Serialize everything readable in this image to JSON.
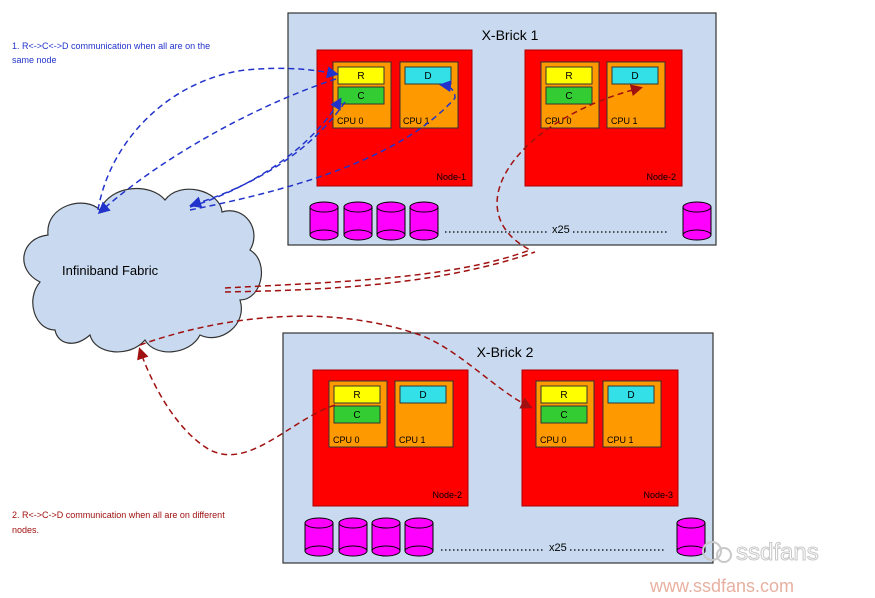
{
  "notes": {
    "same_node": "1. R<->C<->D communication when all are on the same node",
    "different_nodes": "2. R<->C->D communication when all are on different nodes."
  },
  "fabric": {
    "label": "Infiniband Fabric"
  },
  "bricks": [
    {
      "title": "X-Brick 1",
      "nodes": [
        {
          "label": "Node-1",
          "cpus": [
            {
              "label": "CPU 0",
              "modules": [
                "R",
                "C"
              ]
            },
            {
              "label": "CPU 1",
              "modules": [
                "D"
              ]
            }
          ]
        },
        {
          "label": "Node-2",
          "cpus": [
            {
              "label": "CPU 0",
              "modules": [
                "R",
                "C"
              ]
            },
            {
              "label": "CPU 1",
              "modules": [
                "D"
              ]
            }
          ]
        }
      ],
      "disk_count_label": "x25"
    },
    {
      "title": "X-Brick 2",
      "nodes": [
        {
          "label": "Node-2",
          "cpus": [
            {
              "label": "CPU 0",
              "modules": [
                "R",
                "C"
              ]
            },
            {
              "label": "CPU 1",
              "modules": [
                "D"
              ]
            }
          ]
        },
        {
          "label": "Node-3",
          "cpus": [
            {
              "label": "CPU 0",
              "modules": [
                "R",
                "C"
              ]
            },
            {
              "label": "CPU 1",
              "modules": [
                "D"
              ]
            }
          ]
        }
      ],
      "disk_count_label": "x25"
    }
  ],
  "watermark": {
    "logo": "ssdfans",
    "url": "www.ssdfans.com"
  },
  "colors": {
    "brick_fill": "#c9daf0",
    "node_fill": "#ff0000",
    "cpu_fill": "#ff9900",
    "r_fill": "#ffff00",
    "c_fill": "#33cc33",
    "d_fill": "#33e0e8",
    "disk_fill": "#ff00ff",
    "blue_path": "#2233cc",
    "red_path": "#a01010",
    "blue_text": "#2233cc",
    "red_text": "#a01010",
    "watermark": "#e8b0a0"
  }
}
